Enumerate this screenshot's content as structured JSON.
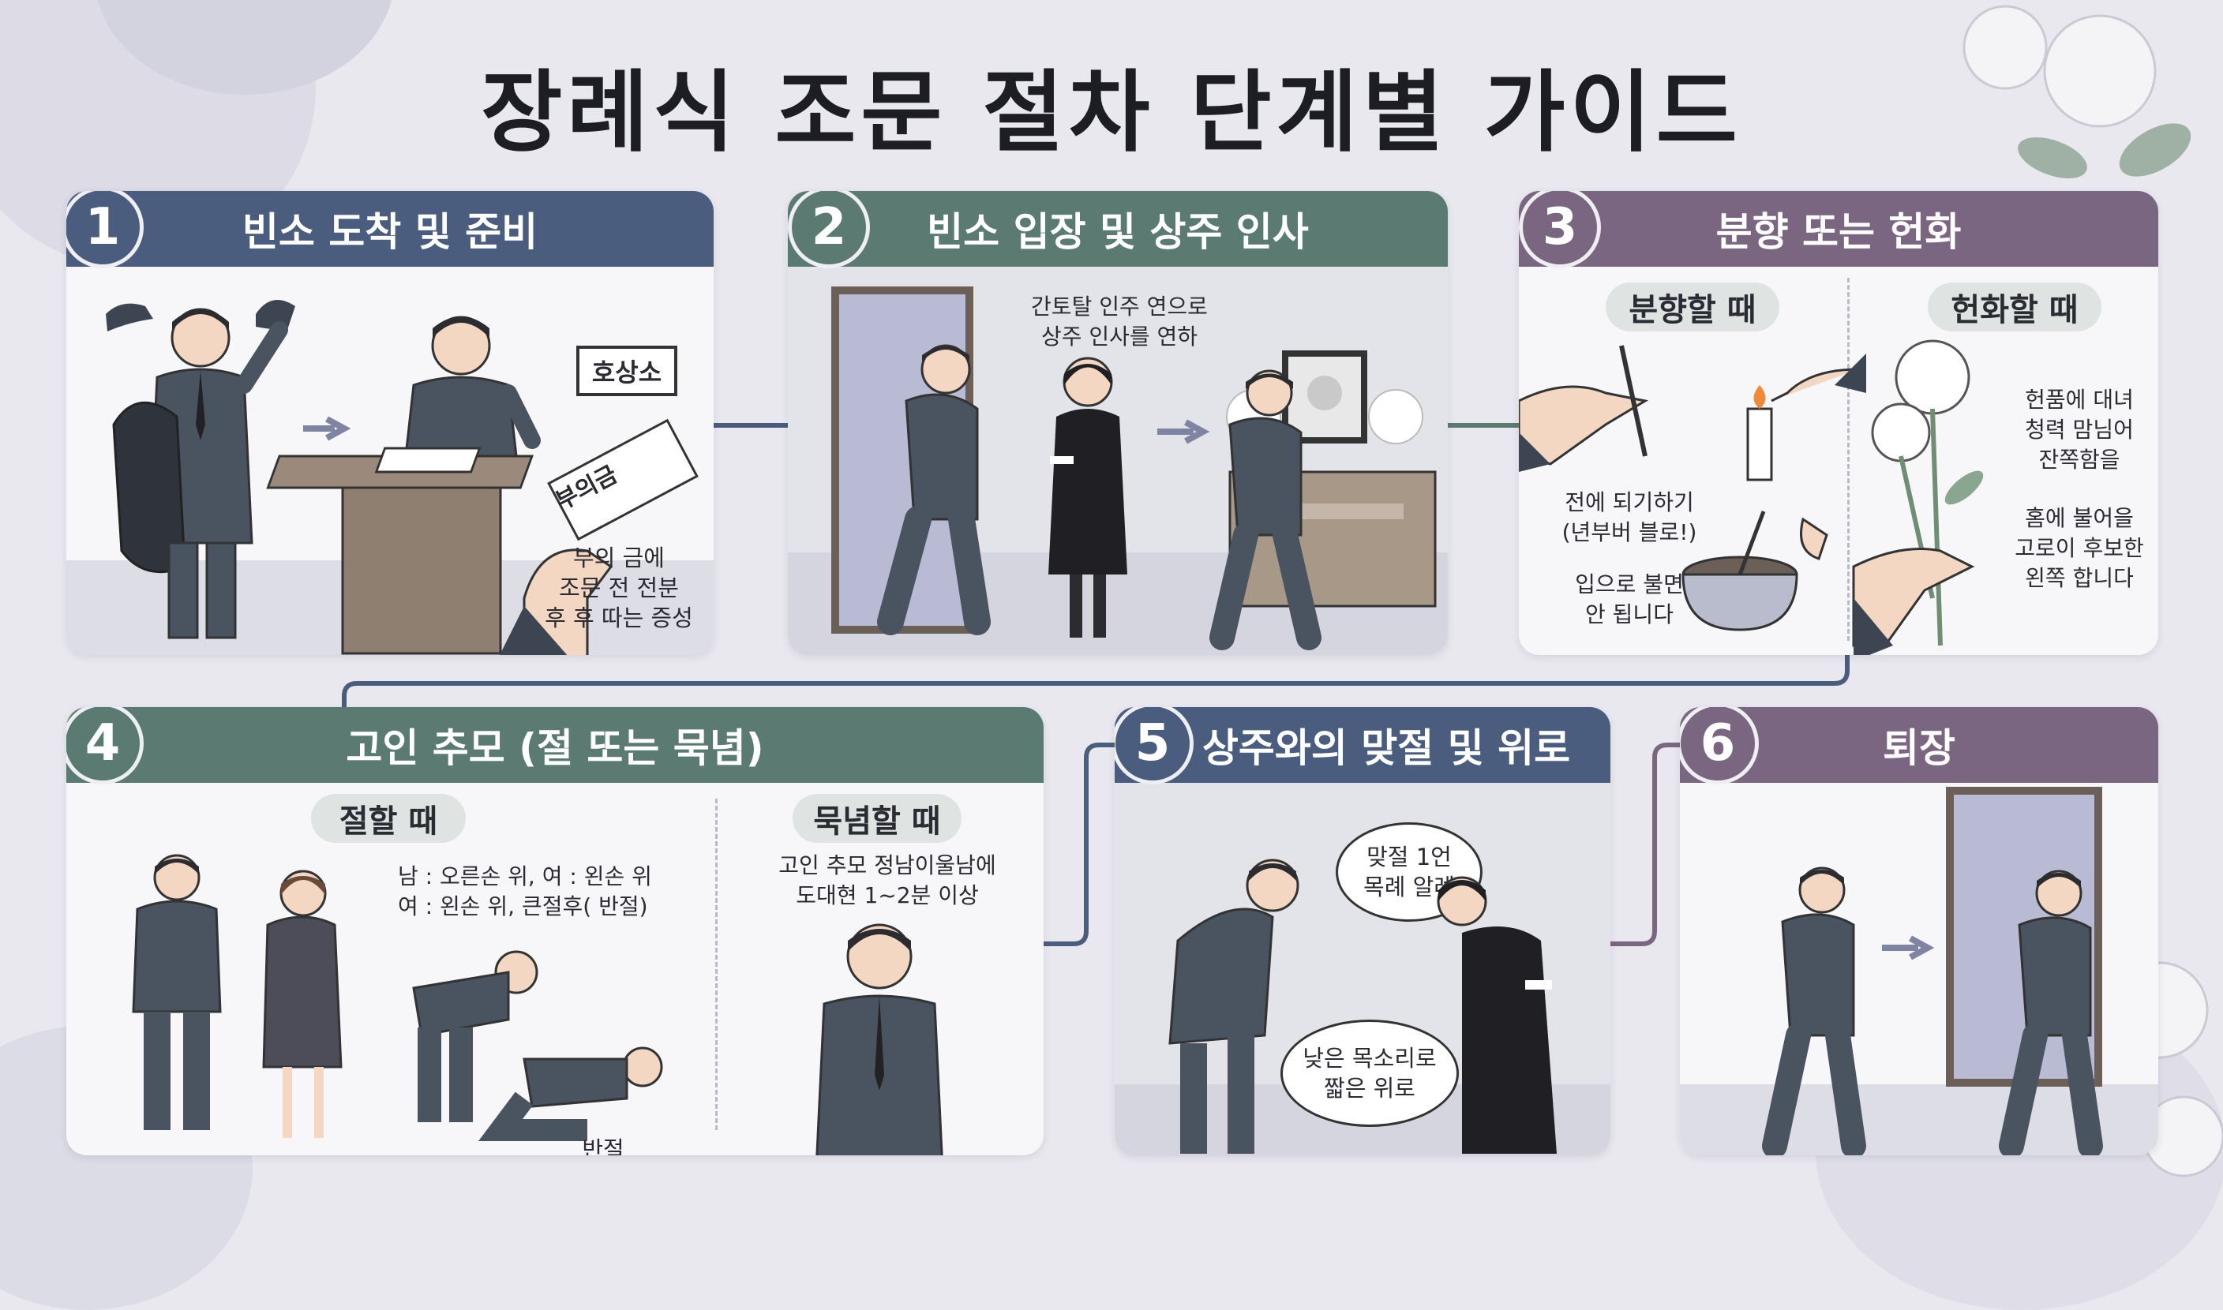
{
  "title": "장례식 조문 절차 단계별 가이드",
  "colors": {
    "blue": "#4a5d7e",
    "green": "#5b7a72",
    "plum": "#7b6682",
    "background": "#e9e8ef",
    "panel": "#f7f7fa"
  },
  "steps": [
    {
      "num": "1",
      "title": "빈소 도착 및 준비",
      "sign": "호상소",
      "envelope": "부의금",
      "note": [
        "부의 금에",
        "조문 전 전분",
        "후 후 따는 증성"
      ]
    },
    {
      "num": "2",
      "title": "빈소 입장 및 상주 인사",
      "note": [
        "간토탈 인주 연으로",
        "상주 인사를 연하"
      ]
    },
    {
      "num": "3",
      "title": "분향 또는 헌화",
      "incense": {
        "label": "분향할 때",
        "note1": [
          "전에 되기하기",
          "(년부버 블로!)"
        ],
        "note2": [
          "입으로 불면",
          "안 됩니다"
        ]
      },
      "flower": {
        "label": "헌화할 때",
        "note1": [
          "헌품에 대녀",
          "청력 맘님어",
          "잔쪽함을"
        ],
        "note2": [
          "홈에 불어을",
          "고로이 후보한",
          "왼쪽 합니다"
        ]
      }
    },
    {
      "num": "4",
      "title": "고인 추모 (절 또는 묵념)",
      "bow": {
        "label": "절할 때",
        "note": [
          "남 : 오른손 위, 여 : 왼손 위",
          "여 : 왼손 위, 큰절후( 반절)"
        ],
        "caption": "반절"
      },
      "silence": {
        "label": "묵념할 때",
        "note": [
          "고인 추모 정남이울남에",
          "도대현 1~2분 이상"
        ]
      }
    },
    {
      "num": "5",
      "title": "상주와의 맞절 및 위로",
      "bubble1": [
        "맞절 1언",
        "목례 알례"
      ],
      "bubble2": [
        "낮은 목소리로",
        "짧은 위로"
      ]
    },
    {
      "num": "6",
      "title": "퇴장"
    }
  ]
}
